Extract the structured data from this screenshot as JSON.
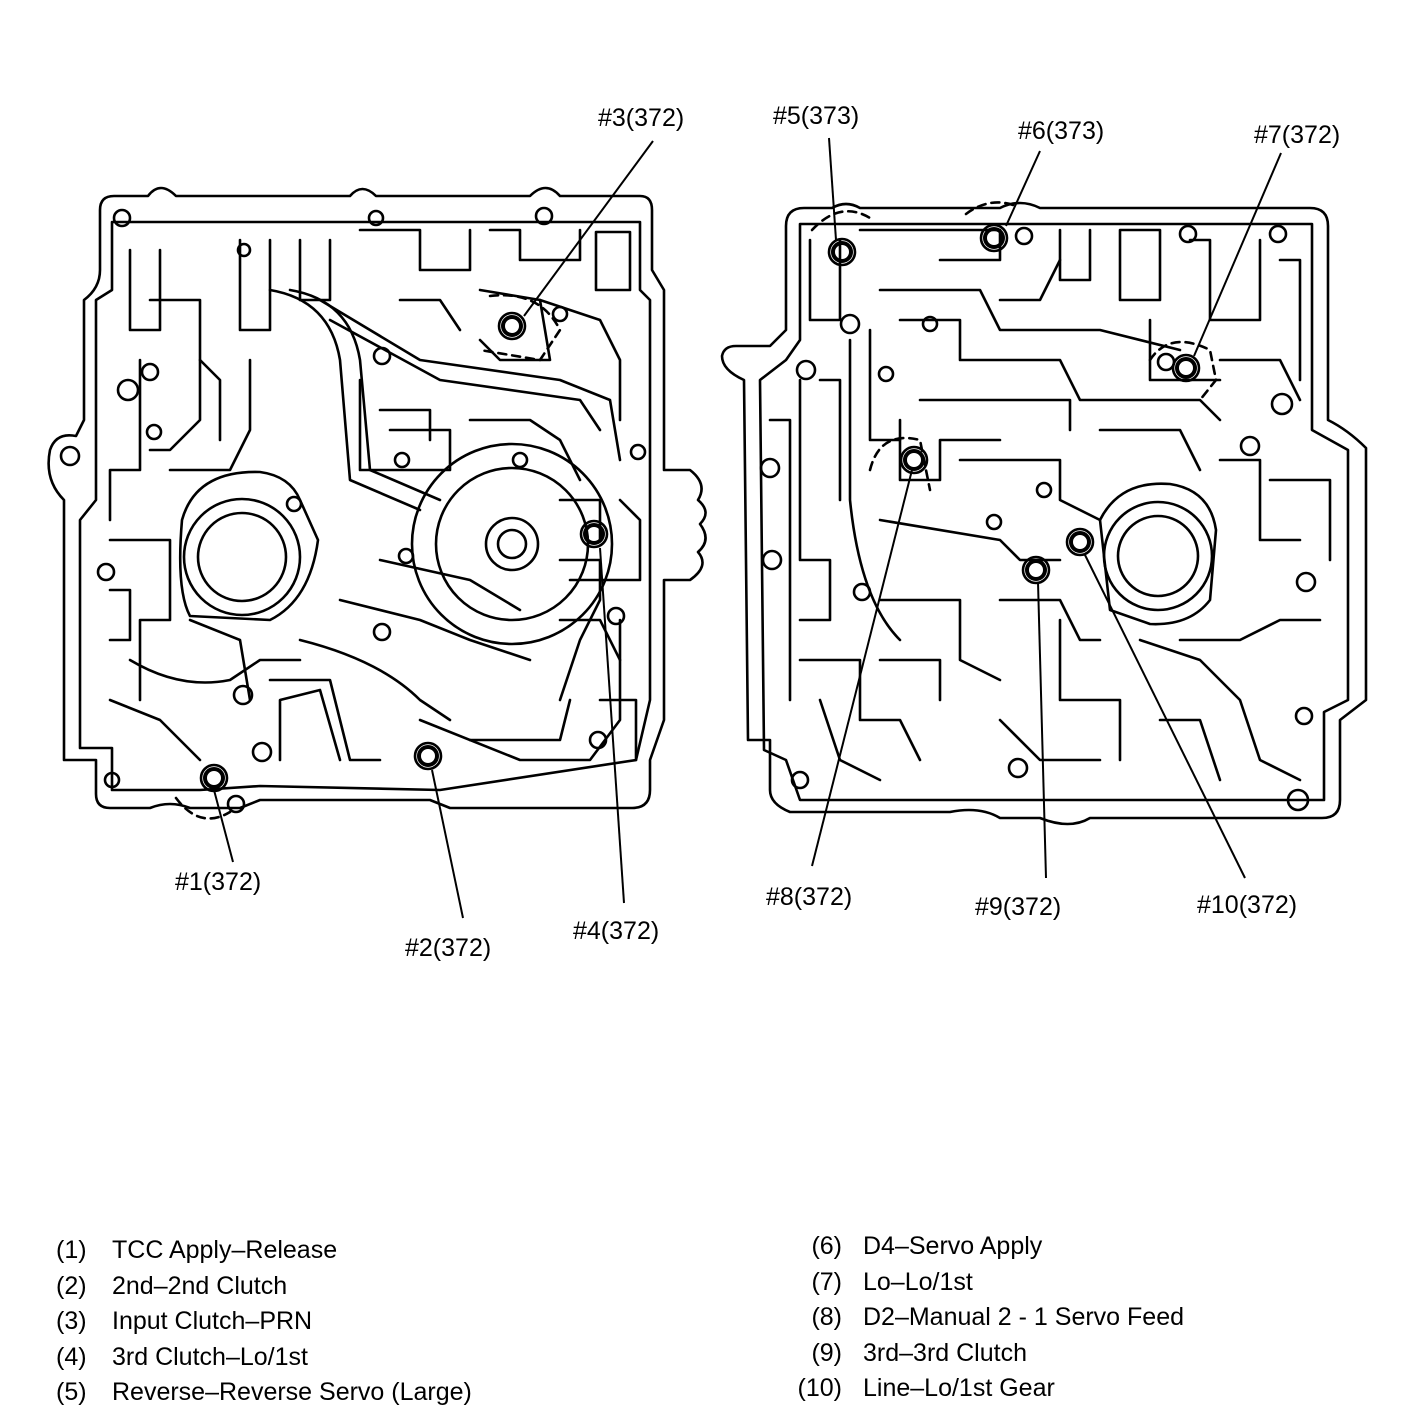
{
  "callouts": {
    "c1": "#1(372)",
    "c2": "#2(372)",
    "c3": "#3(372)",
    "c4": "#4(372)",
    "c5": "#5(373)",
    "c6": "#6(373)",
    "c7": "#7(372)",
    "c8": "#8(372)",
    "c9": "#9(372)",
    "c10": "#10(372)"
  },
  "legend": {
    "left": [
      {
        "num": "(1)",
        "desc": "TCC Apply–Release"
      },
      {
        "num": "(2)",
        "desc": "2nd–2nd Clutch"
      },
      {
        "num": "(3)",
        "desc": "Input Clutch–PRN"
      },
      {
        "num": "(4)",
        "desc": "3rd Clutch–Lo/1st"
      },
      {
        "num": "(5)",
        "desc": "Reverse–Reverse Servo (Large)"
      }
    ],
    "right": [
      {
        "num": "(6)",
        "desc": "D4–Servo Apply"
      },
      {
        "num": "(7)",
        "desc": "Lo–Lo/1st"
      },
      {
        "num": "(8)",
        "desc": "D2–Manual 2 - 1 Servo Feed"
      },
      {
        "num": "(9)",
        "desc": "3rd–3rd Clutch"
      },
      {
        "num": "(10)",
        "desc": "Line–Lo/1st Gear"
      }
    ]
  }
}
